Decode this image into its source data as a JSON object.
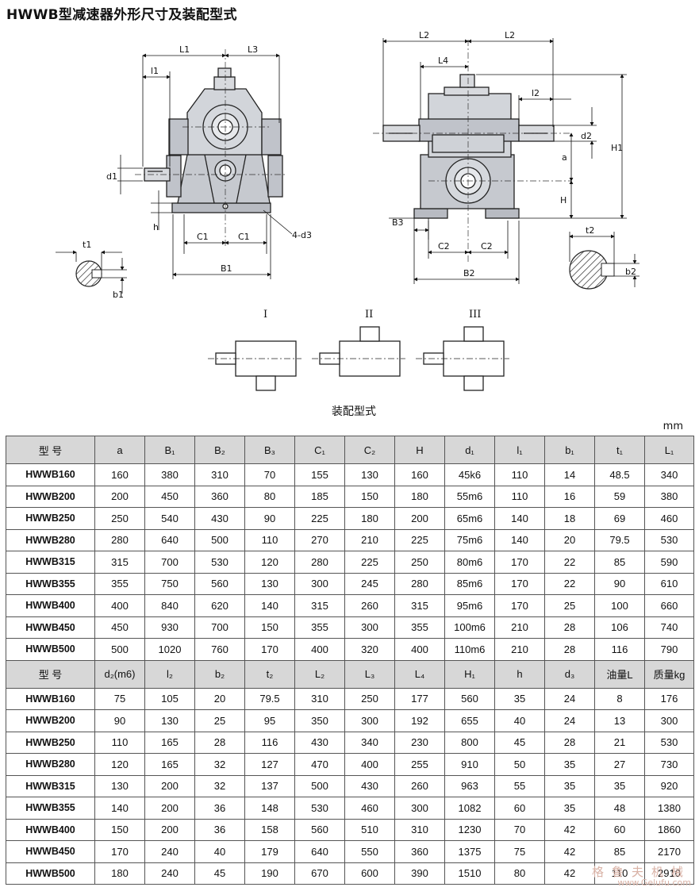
{
  "title": "HWWB型减速器外形尺寸及装配型式",
  "drawing": {
    "front": {
      "L1": "L1",
      "L3": "L3",
      "l1": "l1",
      "d1": "d1",
      "h": "h",
      "C1a": "C1",
      "C1b": "C1",
      "d3": "4-d3",
      "B1": "B1",
      "t1": "t1",
      "b1": "b1"
    },
    "side": {
      "L2a": "L2",
      "L2b": "L2",
      "L4": "L4",
      "l2": "l2",
      "d2": "d2",
      "a": "a",
      "H1": "H1",
      "H": "H",
      "B3": "B3",
      "C2a": "C2",
      "C2b": "C2",
      "B2": "B2",
      "t2": "t2",
      "b2": "b2"
    },
    "modes": [
      "I",
      "II",
      "III"
    ]
  },
  "caption": "装配型式",
  "unit": "mm",
  "table1": {
    "headers": [
      "型 号",
      "a",
      "B₁",
      "B₂",
      "B₃",
      "C₁",
      "C₂",
      "H",
      "d₁",
      "l₁",
      "b₁",
      "t₁",
      "L₁"
    ],
    "rows": [
      [
        "HWWB160",
        "160",
        "380",
        "310",
        "70",
        "155",
        "130",
        "160",
        "45k6",
        "110",
        "14",
        "48.5",
        "340"
      ],
      [
        "HWWB200",
        "200",
        "450",
        "360",
        "80",
        "185",
        "150",
        "180",
        "55m6",
        "110",
        "16",
        "59",
        "380"
      ],
      [
        "HWWB250",
        "250",
        "540",
        "430",
        "90",
        "225",
        "180",
        "200",
        "65m6",
        "140",
        "18",
        "69",
        "460"
      ],
      [
        "HWWB280",
        "280",
        "640",
        "500",
        "110",
        "270",
        "210",
        "225",
        "75m6",
        "140",
        "20",
        "79.5",
        "530"
      ],
      [
        "HWWB315",
        "315",
        "700",
        "530",
        "120",
        "280",
        "225",
        "250",
        "80m6",
        "170",
        "22",
        "85",
        "590"
      ],
      [
        "HWWB355",
        "355",
        "750",
        "560",
        "130",
        "300",
        "245",
        "280",
        "85m6",
        "170",
        "22",
        "90",
        "610"
      ],
      [
        "HWWB400",
        "400",
        "840",
        "620",
        "140",
        "315",
        "260",
        "315",
        "95m6",
        "170",
        "25",
        "100",
        "660"
      ],
      [
        "HWWB450",
        "450",
        "930",
        "700",
        "150",
        "355",
        "300",
        "355",
        "100m6",
        "210",
        "28",
        "106",
        "740"
      ],
      [
        "HWWB500",
        "500",
        "1020",
        "760",
        "170",
        "400",
        "320",
        "400",
        "110m6",
        "210",
        "28",
        "116",
        "790"
      ]
    ]
  },
  "table2": {
    "headers": [
      "型 号",
      "d₂(m6)",
      "l₂",
      "b₂",
      "t₂",
      "L₂",
      "L₃",
      "L₄",
      "H₁",
      "h",
      "d₃",
      "油量L",
      "质量kg"
    ],
    "rows": [
      [
        "HWWB160",
        "75",
        "105",
        "20",
        "79.5",
        "310",
        "250",
        "177",
        "560",
        "35",
        "24",
        "8",
        "176"
      ],
      [
        "HWWB200",
        "90",
        "130",
        "25",
        "95",
        "350",
        "300",
        "192",
        "655",
        "40",
        "24",
        "13",
        "300"
      ],
      [
        "HWWB250",
        "110",
        "165",
        "28",
        "116",
        "430",
        "340",
        "230",
        "800",
        "45",
        "28",
        "21",
        "530"
      ],
      [
        "HWWB280",
        "120",
        "165",
        "32",
        "127",
        "470",
        "400",
        "255",
        "910",
        "50",
        "35",
        "27",
        "730"
      ],
      [
        "HWWB315",
        "130",
        "200",
        "32",
        "137",
        "500",
        "430",
        "260",
        "963",
        "55",
        "35",
        "35",
        "920"
      ],
      [
        "HWWB355",
        "140",
        "200",
        "36",
        "148",
        "530",
        "460",
        "300",
        "1082",
        "60",
        "35",
        "48",
        "1380"
      ],
      [
        "HWWB400",
        "150",
        "200",
        "36",
        "158",
        "560",
        "510",
        "310",
        "1230",
        "70",
        "42",
        "60",
        "1860"
      ],
      [
        "HWWB450",
        "170",
        "240",
        "40",
        "179",
        "640",
        "550",
        "360",
        "1375",
        "75",
        "42",
        "85",
        "2170"
      ],
      [
        "HWWB500",
        "180",
        "240",
        "45",
        "190",
        "670",
        "600",
        "390",
        "1510",
        "80",
        "42",
        "110",
        "2910"
      ]
    ]
  },
  "watermark": {
    "cn": "格鲁夫机械",
    "url": "www.Gelufu.com"
  }
}
